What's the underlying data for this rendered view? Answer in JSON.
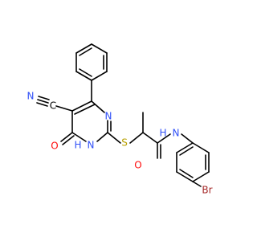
{
  "atom_labels": {
    "n_nitrile": "N",
    "c_nitrile": "C",
    "n_ring_top": "N",
    "o_ring": "O",
    "n_ring_bottom": "N",
    "h_ring_bottom": "H",
    "s_thioether": "S",
    "n_amide": "N",
    "h_amide": "H",
    "o_amide": "O",
    "br": "Br"
  },
  "colors": {
    "bond": "#000000",
    "nitrogen": "#3050F8",
    "oxygen": "#FF0D0D",
    "sulfur": "#B8A000",
    "bromine": "#A62929",
    "carbon": "#000000"
  }
}
